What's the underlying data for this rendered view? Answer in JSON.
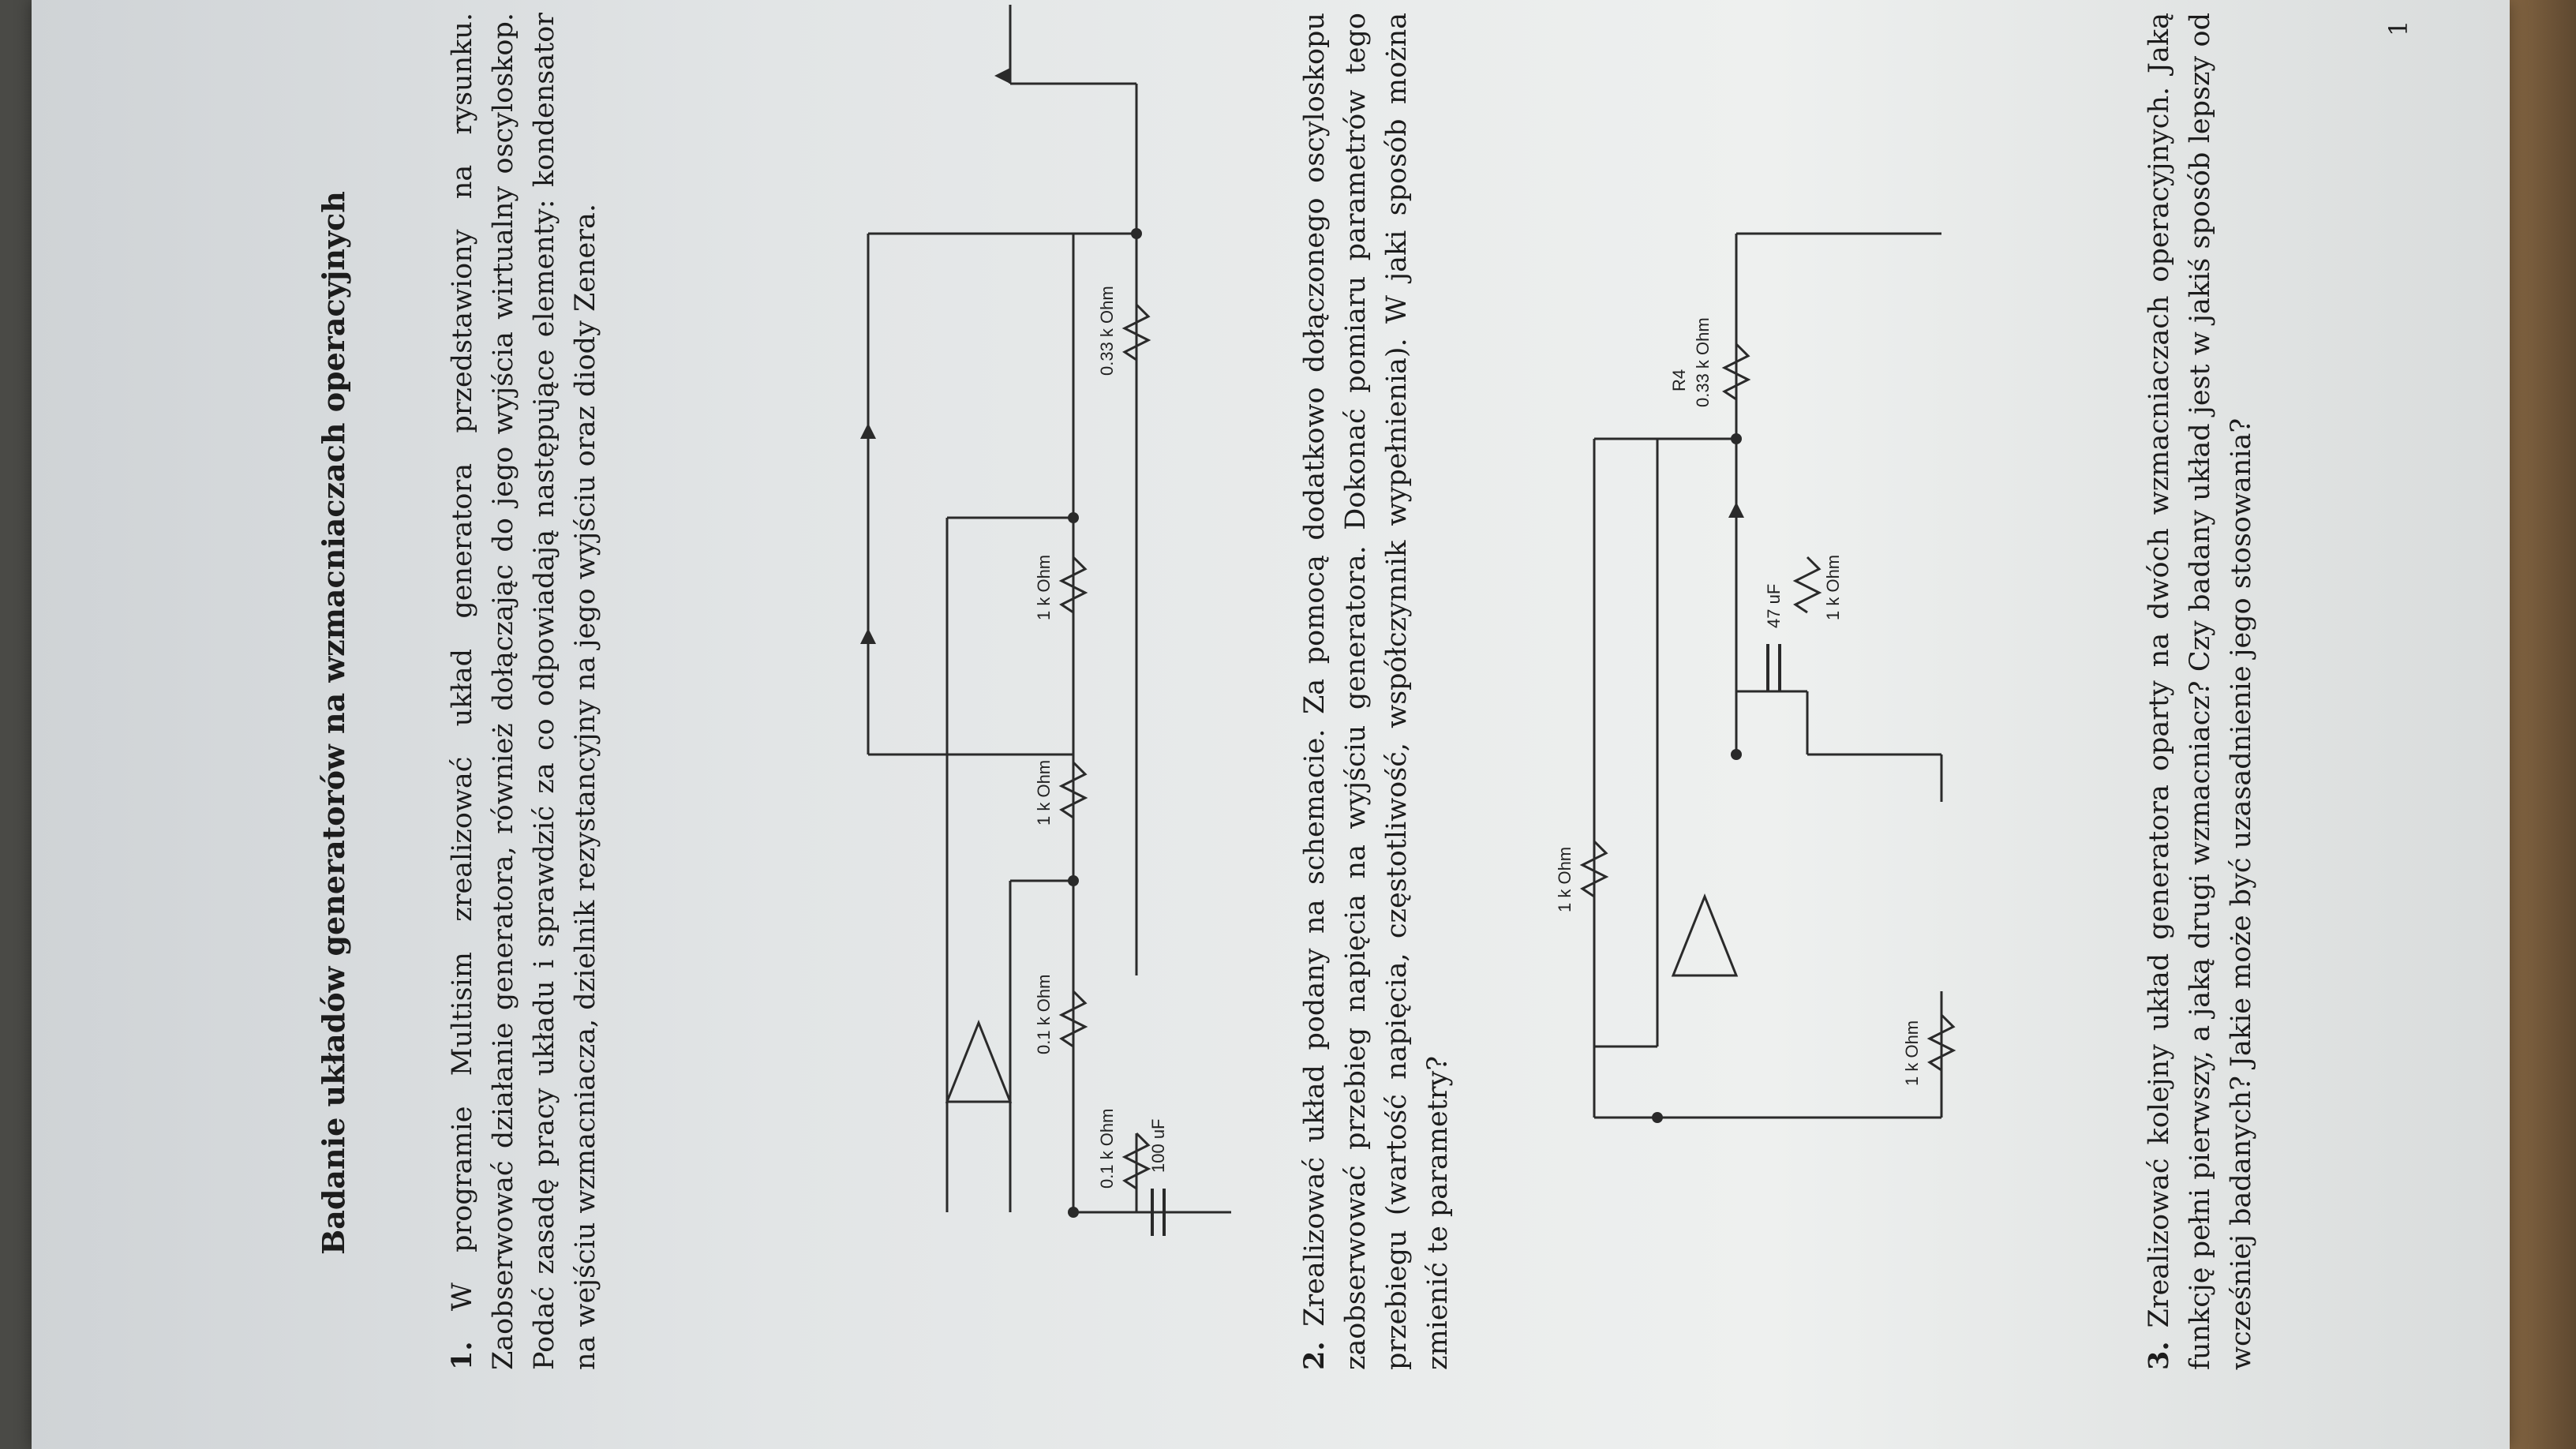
{
  "document": {
    "title": "Badanie układów generatorów na wzmacniaczach operacyjnych",
    "tasks": [
      {
        "number": "1.",
        "text": "W programie Multisim zrealizować układ generatora przedstawiony na rysunku. Zaobserwować działanie generatora, również dołączając do jego wyjścia wirtualny oscyloskop. Podać zasadę pracy układu i sprawdzić za co odpowiadają następujące elementy: kondensator na wejściu wzmacniacza, dzielnik rezystancyjny na jego wyjściu oraz diody Zenera."
      },
      {
        "number": "2.",
        "text": "Zrealizować układ podany na schemacie. Za pomocą dodatkowo dołączonego oscyloskopu zaobserwować przebieg napięcia na wyjściu generatora. Dokonać pomiaru parametrów tego przebiegu (wartość napięcia, częstotliwość, współczynnik wypełnienia). W jaki sposób można zmienić te parametry?"
      },
      {
        "number": "3.",
        "text": "Zrealizować kolejny układ generatora oparty na dwóch wzmacniaczach operacyjnych. Jaką funkcję pełni pierwszy, a jaką drugi wzmacniacz? Czy badany układ jest w jakiś sposób lepszy od wcześniej badanych? Jakie może być uzasadnienie jego stosowania?"
      }
    ],
    "page_number": "1"
  },
  "circuit1": {
    "r_top_left": "0.1 k Ohm",
    "r_top_right": "0.33 k Ohm",
    "r_feedback": "0.1 k Ohm",
    "r_div_1": "1 k Ohm",
    "r_div_2": "1 k Ohm",
    "capacitor": "100 uF"
  },
  "circuit2": {
    "r_feedback": "1 k Ohm",
    "r_ground": "1 k Ohm",
    "r_out_label": "R4",
    "r_out": "0.33 k Ohm",
    "capacitor": "47 uF",
    "r_cap": "1 k Ohm"
  }
}
